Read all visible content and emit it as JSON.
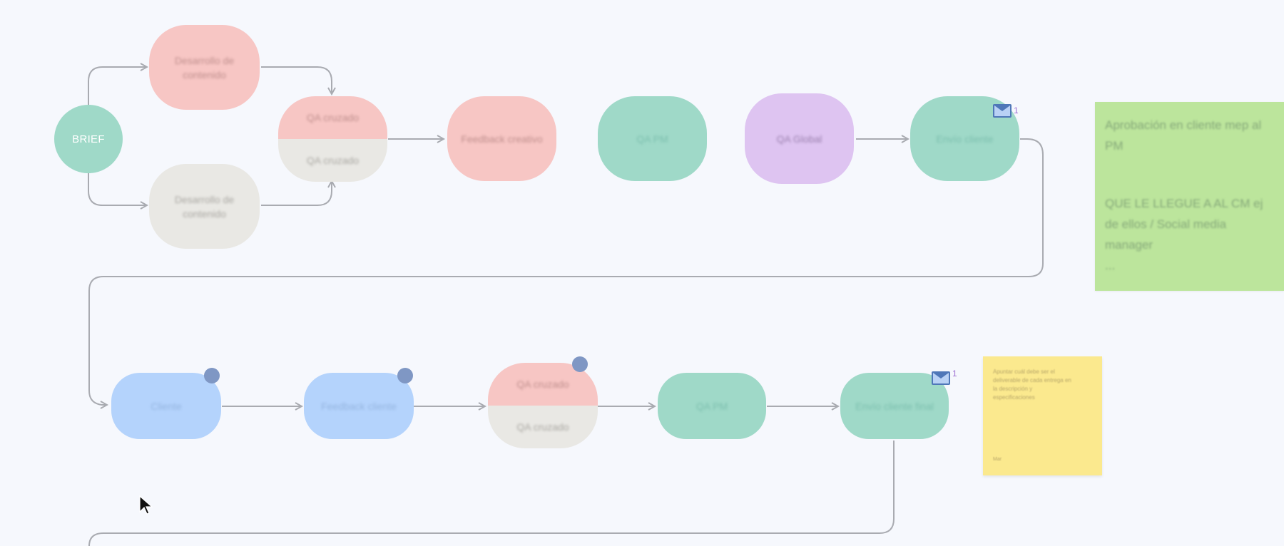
{
  "diagram": {
    "start": {
      "label": "BRIEF"
    },
    "nodes": {
      "dev_content_a": "Desarrollo de contenido",
      "dev_content_b": "Desarrollo de contenido",
      "qa_split_top": "QA cruzado",
      "qa_split_bottom": "QA cruzado",
      "feedback_creative": "Feedback creativo",
      "qa_pm": "QA PM",
      "qa_global": "QA Global",
      "client_delivery": "Envío cliente",
      "client": "Cliente",
      "client_feedback": "Feedback cliente",
      "qa2_top": "QA cruzado",
      "qa2_bottom": "QA cruzado",
      "qa_pm_2": "QA PM",
      "client_delivery_final": "Envío cliente final"
    },
    "envelopes": {
      "first_count": "1",
      "second_count": "1"
    },
    "colors": {
      "pink": "#f7c6c4",
      "grey": "#e9e8e4",
      "green": "#9fd9c8",
      "purple": "#dec4f1",
      "blue": "#b4d3fc",
      "connector": "#a9abb1",
      "badge": "#7f97c4"
    }
  },
  "notes": {
    "green_note": {
      "line1": "Aprobación en cliente mep al PM",
      "line2": "QUE LE LLEGUE A AL CM ej de ellos / Social media manager",
      "line3": "..."
    },
    "yellow_note": {
      "body": "Apuntar cuál debe ser el deliverable de cada entrega en la descripción y especificaciones",
      "author": "Mar"
    }
  }
}
